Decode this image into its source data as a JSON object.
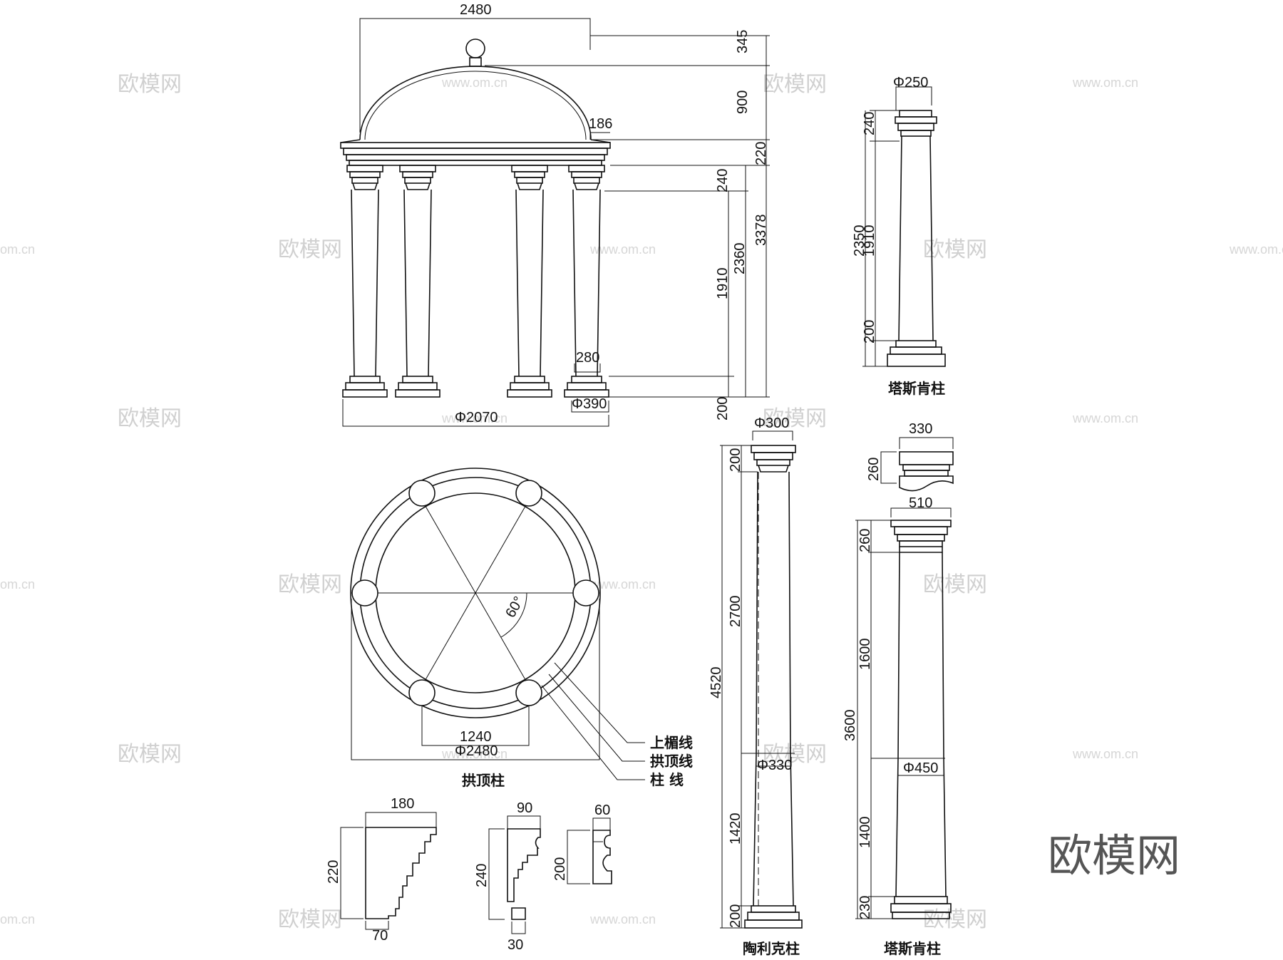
{
  "elevation": {
    "overall_width": "2480",
    "finial_height": "345",
    "dome_height": "900",
    "cornice_projection": "186",
    "cornice_height": "220",
    "capital_height": "240",
    "shaft_height": "1910",
    "column_height": "2360",
    "total_height": "3378",
    "base_width": "280",
    "base_height": "200",
    "base_diameter": "Φ390",
    "plan_diameter": "Φ2070"
  },
  "plan": {
    "angle": "60°",
    "chord": "1240",
    "diameter": "Φ2480",
    "title": "拱顶柱",
    "leader_labels": [
      "上楣线",
      "拱顶线",
      "柱  线"
    ]
  },
  "tuscan_small": {
    "top_diameter": "Φ250",
    "capital_height": "240",
    "total_height": "2350",
    "shaft_height": "1910",
    "base_height": "200",
    "title": "塔斯肯柱"
  },
  "doric": {
    "top_diameter": "Φ300",
    "capital_height": "200",
    "upper_shaft": "2700",
    "total_height": "4520",
    "mid_diameter": "Φ330",
    "lower_shaft": "1420",
    "base_height": "200",
    "title": "陶利克柱"
  },
  "tuscan_large": {
    "cap_width": "330",
    "cap_height": "260",
    "width_510": "510",
    "capital_height": "260",
    "upper_shaft": "1600",
    "total_height": "3600",
    "mid_diameter": "Φ450",
    "lower_shaft": "1400",
    "base_height": "230",
    "title": "塔斯肯柱"
  },
  "profiles": {
    "p1_width": "180",
    "p1_height": "220",
    "p1_bottom": "70",
    "p2_width": "90",
    "p2_height": "240",
    "p2_bottom": "30",
    "p3_width": "60",
    "p3_height": "200"
  },
  "watermarks": {
    "brand_cn": "欧模网",
    "site": "www.om.cn",
    "site_partial": "om.cn"
  }
}
